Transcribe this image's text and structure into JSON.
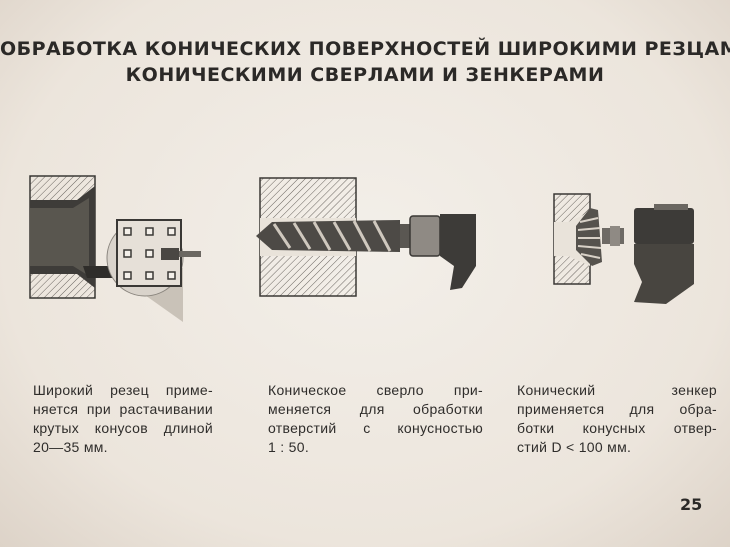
{
  "title": {
    "line1": "ОБРАБОТКА КОНИЧЕСКИХ ПОВЕРХНОСТЕЙ ШИРОКИМИ РЕЗЦАМИ,",
    "line2": "КОНИЧЕСКИМИ СВЕРЛАМИ И ЗЕНКЕРАМИ"
  },
  "captions": [
    {
      "lines": [
        "Широкий резец приме-",
        "няется при растачивании",
        "крутых конусов длиной",
        "20—35 мм."
      ]
    },
    {
      "lines": [
        "Коническое сверло при-",
        "меняется для обработки",
        "отверстий с конусностью",
        "1 : 50."
      ]
    },
    {
      "lines": [
        "Конический зенкер",
        "применяется для обра-",
        "ботки конусных отвер-",
        "стий D < 100 мм."
      ]
    }
  ],
  "page_number": "25"
}
